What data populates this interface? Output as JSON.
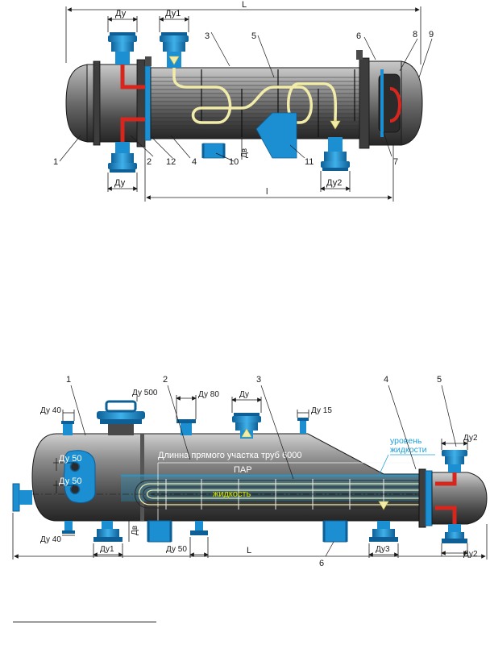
{
  "figure1": {
    "dims": {
      "overall": "L",
      "tubes": "l",
      "du": "Ду",
      "du1": "Ду1",
      "du2": "Ду2",
      "dv": "Дв"
    },
    "callouts": [
      "1",
      "2",
      "3",
      "4",
      "5",
      "6",
      "7",
      "8",
      "9",
      "10",
      "11",
      "12"
    ]
  },
  "figure2": {
    "dims": {
      "overall": "L",
      "du": "Ду",
      "du40_top": "Ду 40",
      "du500": "Ду 500",
      "du80": "Ду 80",
      "du15": "Ду 15",
      "du50_a": "Ду 50",
      "du50_b": "Ду 50",
      "du40_bottom": "Ду 40",
      "du1": "Ду1",
      "du50_bottom": "Ду 50",
      "du3": "Ду3",
      "du2_top": "Ду2",
      "du2_bottom": "Ду2",
      "dv": "Дв"
    },
    "texts": {
      "tube_length": "Длинна прямого участка труб 6000",
      "vapor": "ПАР",
      "liquid": "жидкость",
      "level_line1": "уровень",
      "level_line2": "жидкости"
    },
    "callouts": [
      "1",
      "2",
      "3",
      "4",
      "5",
      "6"
    ]
  },
  "colors": {
    "shell": "#4d4d4d",
    "nozzle": "#1b8fd2",
    "hot_flow": "#d7261e",
    "cold_flow": "#f2ecaa",
    "liquid": "#1ea0d8"
  }
}
